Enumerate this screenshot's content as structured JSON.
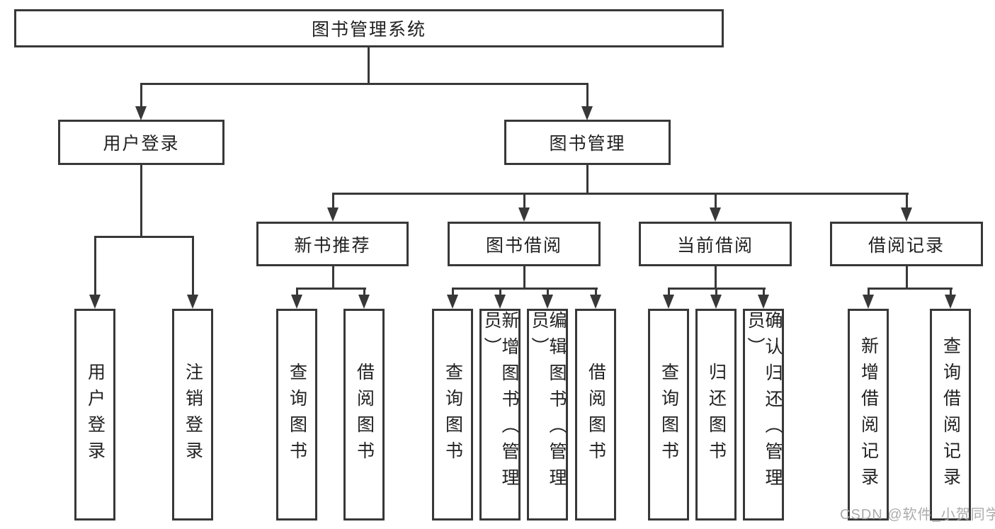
{
  "diagram": {
    "root": "图书管理系统",
    "branches": [
      {
        "label": "用户登录",
        "children": [
          "用户登录",
          "注销登录"
        ]
      },
      {
        "label": "图书管理",
        "groups": [
          {
            "label": "新书推荐",
            "children": [
              "查询图书",
              "借阅图书"
            ]
          },
          {
            "label": "图书借阅",
            "children": [
              "查询图书",
              "新增图书（管理员）",
              "编辑图书（管理员）",
              "借阅图书"
            ]
          },
          {
            "label": "当前借阅",
            "children": [
              "查询图书",
              "归还图书",
              "确认归还（管理员）"
            ]
          },
          {
            "label": "借阅记录",
            "children": [
              "新增借阅记录",
              "查询借阅记录"
            ]
          }
        ]
      }
    ]
  },
  "colors": {
    "line": "#383838",
    "text": "#212121",
    "watermark": "#b0b0b0"
  },
  "watermark": "CSDN @软件_小贺同学"
}
